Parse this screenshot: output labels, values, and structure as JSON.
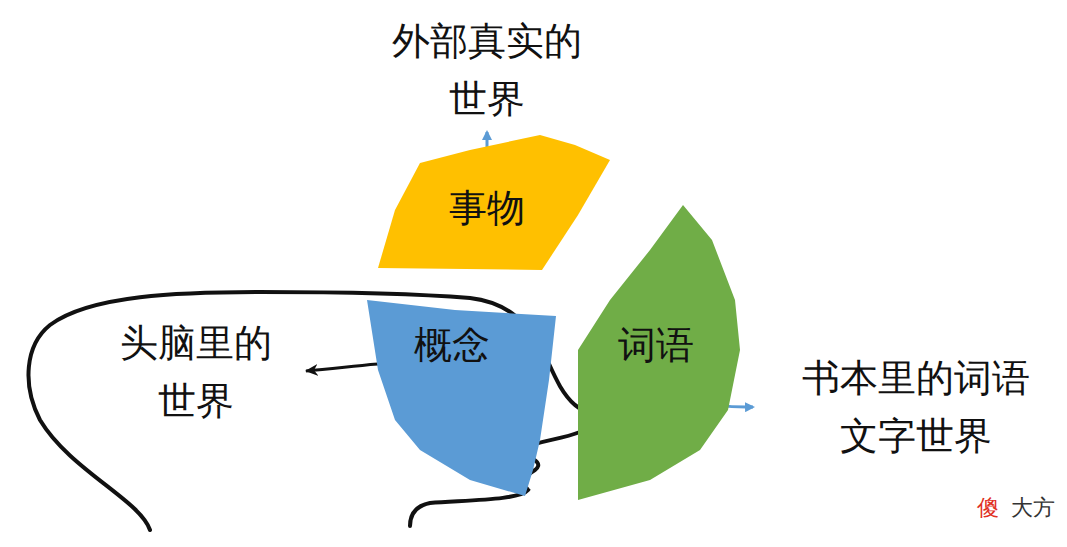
{
  "diagram": {
    "nodes": [
      {
        "text": [
          "事物"
        ]
      },
      {
        "text": [
          "概念"
        ]
      },
      {
        "text": [
          "词语"
        ]
      }
    ],
    "labels": [
      "外部真实的 世界",
      "头脑里的 世界",
      "书本里的词语 文字世界",
      "傻",
      "大方"
    ]
  }
}
